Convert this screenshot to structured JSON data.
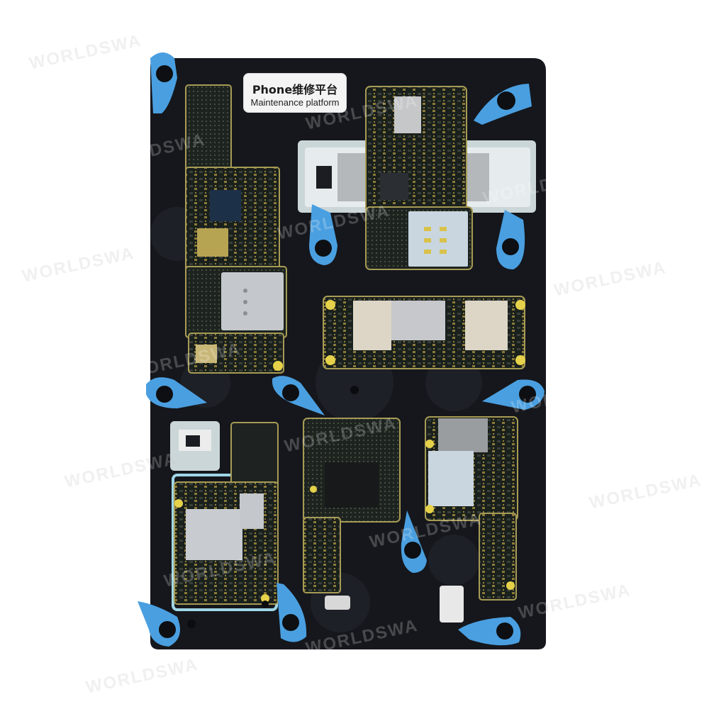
{
  "product": {
    "label_title": "Phone维修平台",
    "label_subtitle": "Maintenance platform"
  },
  "watermark": {
    "text": "WORLDSWA"
  },
  "colors": {
    "background": "#ffffff",
    "platform_body": "#15171c",
    "clamp_blue": "#4a9fe0",
    "pcb_dark": "#1f2620",
    "pcb_gold": "#c8a83a",
    "shield_silver": "#c9ced3"
  }
}
